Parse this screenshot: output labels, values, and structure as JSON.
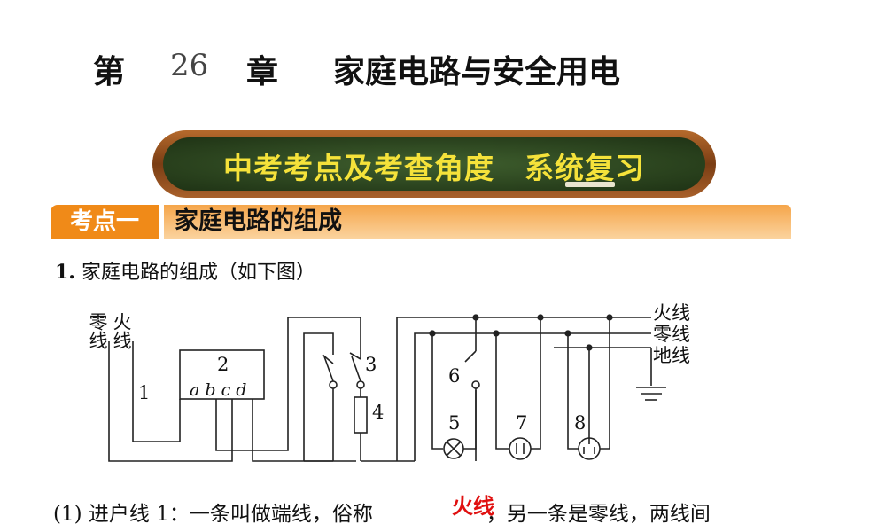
{
  "title": {
    "chapter_prefix": "第",
    "chapter_number": "26",
    "chapter_suffix": "章",
    "name": "家庭电路与安全用电"
  },
  "banner": {
    "text": "中考考点及考查角度　系统复习"
  },
  "section": {
    "tag": "考点一",
    "title": "家庭电路的组成"
  },
  "point1": {
    "number": "1.",
    "text": "家庭电路的组成（如下图）"
  },
  "diagram": {
    "labels": {
      "neutral_in": "零线",
      "live_in": "火线",
      "live": "火线",
      "neutral": "零线",
      "ground": "地线",
      "n1": "1",
      "n2": "2",
      "n3": "3",
      "n4": "4",
      "n5": "5",
      "n6": "6",
      "n7": "7",
      "n8": "8",
      "terminals": "a b c d"
    }
  },
  "question": {
    "before": "(1) 进户线 1：一条叫做端线，俗称",
    "after": "，另一条是零线，两线间",
    "answer": "火线"
  },
  "colors": {
    "banner_text": "#f5e23a",
    "board_green": "#2e4a22",
    "board_frame": "#8a4a1e",
    "section_orange": "#f08a18",
    "answer_red": "#e01010"
  }
}
